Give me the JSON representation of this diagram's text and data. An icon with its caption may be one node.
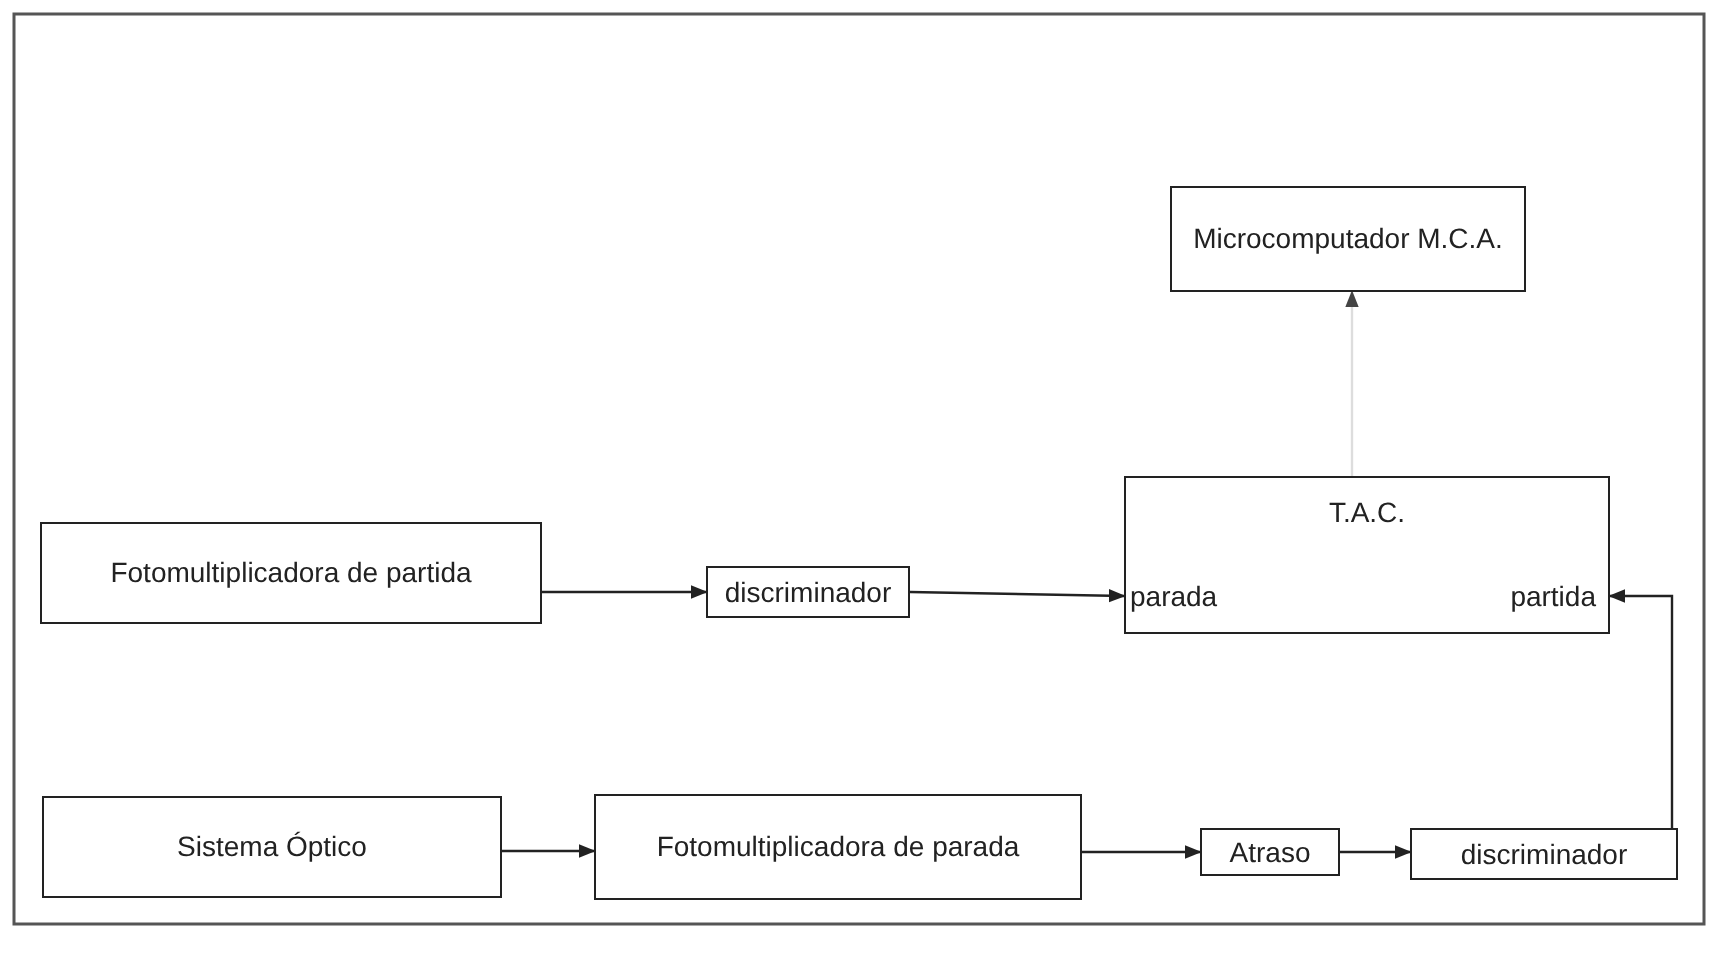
{
  "diagram": {
    "nodes": [
      {
        "text": [
          "Microcomputador M.C.A."
        ]
      },
      {
        "text": [
          "Fotomultiplicadora de partida"
        ]
      },
      {
        "text": [
          "discriminador"
        ]
      },
      {
        "text": [
          "T.A.C.",
          "parada",
          "partida"
        ]
      },
      {
        "text": [
          "Sistema Óptico"
        ]
      },
      {
        "text": [
          "Fotomultiplicadora de parada"
        ]
      },
      {
        "text": [
          "Atraso"
        ]
      },
      {
        "text": [
          "discriminador"
        ]
      }
    ],
    "edges": [
      {
        "from": 1,
        "to": 2,
        "arrow": "to"
      },
      {
        "from": 2,
        "to": 3,
        "arrow": "to"
      },
      {
        "from": 4,
        "to": 5,
        "arrow": "to"
      },
      {
        "from": 5,
        "to": 6,
        "arrow": "to"
      },
      {
        "from": 6,
        "to": 7,
        "arrow": "to"
      },
      {
        "from": 7,
        "to": 3,
        "arrow": "to"
      },
      {
        "from": 3,
        "to": 0,
        "arrow": "to",
        "color": "#dddddd"
      }
    ]
  }
}
